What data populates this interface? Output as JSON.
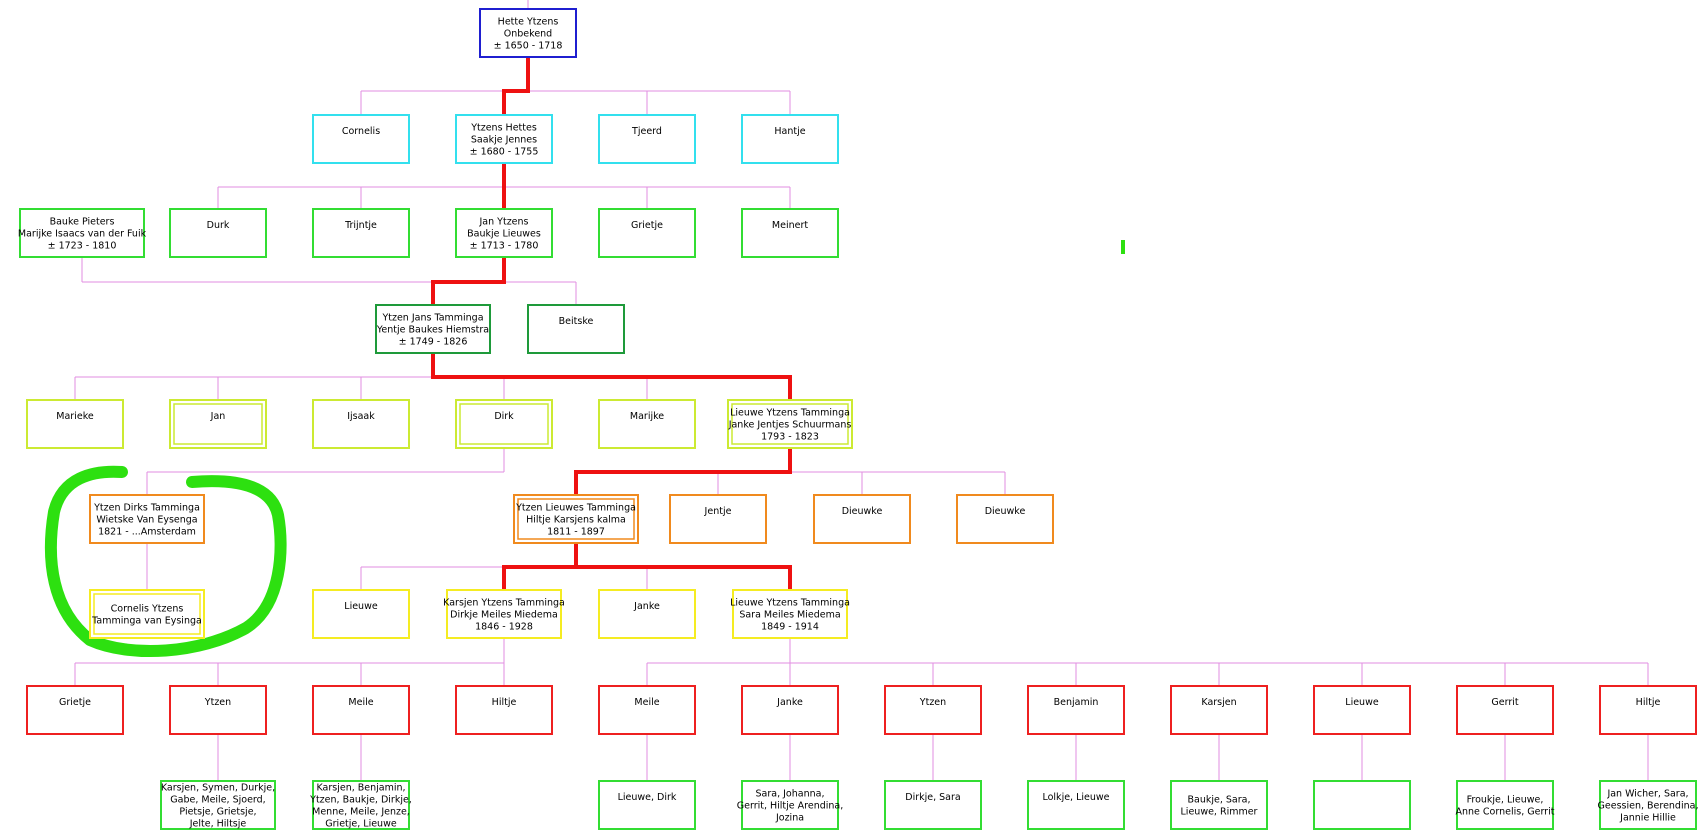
{
  "colors": {
    "gen0": "#1f1fd0",
    "gen1": "#33e0ee",
    "gen2": "#33dd33",
    "gen3": "#1e9a3a",
    "gen4": "#ccea33",
    "gen5": "#f08a1e",
    "gen6": "#f5ec22",
    "gen7": "#ee2020",
    "gen8": "#33dd33",
    "connector": "#e28ee2",
    "lineage": "#ee1111",
    "marker": "#2de010"
  },
  "nodes": [
    {
      "id": "hette",
      "gen": 0,
      "lines": [
        "Hette Ytzens",
        "Onbekend",
        "± 1650 - 1718"
      ]
    },
    {
      "id": "cornelis",
      "gen": 1,
      "lines": [
        "Cornelis"
      ]
    },
    {
      "id": "ytzens-hettes",
      "gen": 1,
      "lines": [
        "Ytzens Hettes",
        "Saakje Jennes",
        "± 1680 - 1755"
      ]
    },
    {
      "id": "tjeerd",
      "gen": 1,
      "lines": [
        "Tjeerd"
      ]
    },
    {
      "id": "hantje",
      "gen": 1,
      "lines": [
        "Hantje"
      ]
    },
    {
      "id": "bauke-pieters",
      "gen": 2,
      "lines": [
        "Bauke Pieters",
        "Marijke Isaacs van der Fuik",
        "± 1723 - 1810"
      ]
    },
    {
      "id": "durk",
      "gen": 2,
      "lines": [
        "Durk"
      ]
    },
    {
      "id": "trijntje",
      "gen": 2,
      "lines": [
        "Trijntje"
      ]
    },
    {
      "id": "jan-ytzens",
      "gen": 2,
      "lines": [
        "Jan Ytzens",
        "Baukje Lieuwes",
        "± 1713 - 1780"
      ]
    },
    {
      "id": "grietje-2",
      "gen": 2,
      "lines": [
        "Grietje"
      ]
    },
    {
      "id": "meinert",
      "gen": 2,
      "lines": [
        "Meinert"
      ]
    },
    {
      "id": "ytzen-jans",
      "gen": 3,
      "lines": [
        "Ytzen Jans Tamminga",
        "Yentje Baukes Hiemstra",
        "± 1749 - 1826"
      ]
    },
    {
      "id": "beitske",
      "gen": 3,
      "lines": [
        "Beitske"
      ]
    },
    {
      "id": "marieke",
      "gen": 4,
      "lines": [
        "Marieke"
      ]
    },
    {
      "id": "jan-4",
      "gen": 4,
      "double": true,
      "lines": [
        "Jan"
      ]
    },
    {
      "id": "ijsaak",
      "gen": 4,
      "lines": [
        "Ijsaak"
      ]
    },
    {
      "id": "dirk-4",
      "gen": 4,
      "double": true,
      "lines": [
        "Dirk"
      ]
    },
    {
      "id": "marijke-4",
      "gen": 4,
      "lines": [
        "Marijke"
      ]
    },
    {
      "id": "lieuwe-ytzens",
      "gen": 4,
      "double": true,
      "lines": [
        "Lieuwe Ytzens Tamminga",
        "Janke Jentjes Schuurmans",
        "1793 - 1823"
      ]
    },
    {
      "id": "ytzen-dirks",
      "gen": 5,
      "lines": [
        "Ytzen Dirks Tamminga",
        "Wietske Van Eysenga",
        "1821 - ...Amsterdam"
      ]
    },
    {
      "id": "ytzen-lieuwes",
      "gen": 5,
      "double": true,
      "lines": [
        "Ytzen Lieuwes Tamminga",
        "Hiltje Karsjens kalma",
        "1811 - 1897"
      ]
    },
    {
      "id": "jentje",
      "gen": 5,
      "lines": [
        "Jentje"
      ]
    },
    {
      "id": "dieuwke-1",
      "gen": 5,
      "lines": [
        "Dieuwke"
      ]
    },
    {
      "id": "dieuwke-2",
      "gen": 5,
      "lines": [
        "Dieuwke"
      ]
    },
    {
      "id": "cornelis-ytzens",
      "gen": 6,
      "double": true,
      "lines": [
        "Cornelis Ytzens",
        "Tamminga van Eysinga"
      ]
    },
    {
      "id": "lieuwe-6",
      "gen": 6,
      "lines": [
        "Lieuwe"
      ]
    },
    {
      "id": "karsjen-ytzens",
      "gen": 6,
      "lines": [
        "Karsjen Ytzens Tamminga",
        "Dirkje Meiles Miedema",
        "1846 - 1928"
      ]
    },
    {
      "id": "janke-6",
      "gen": 6,
      "lines": [
        "Janke"
      ]
    },
    {
      "id": "lieuwe-ytzens-2",
      "gen": 6,
      "lines": [
        "Lieuwe Ytzens Tamminga",
        "Sara Meiles Miedema",
        "1849 - 1914"
      ]
    },
    {
      "id": "grietje-7",
      "gen": 7,
      "lines": [
        "Grietje"
      ]
    },
    {
      "id": "ytzen-7a",
      "gen": 7,
      "lines": [
        "Ytzen"
      ]
    },
    {
      "id": "meile-7a",
      "gen": 7,
      "lines": [
        "Meile"
      ]
    },
    {
      "id": "hiltje-7a",
      "gen": 7,
      "lines": [
        "Hiltje"
      ]
    },
    {
      "id": "meile-7b",
      "gen": 7,
      "lines": [
        "Meile"
      ]
    },
    {
      "id": "janke-7",
      "gen": 7,
      "lines": [
        "Janke"
      ]
    },
    {
      "id": "ytzen-7b",
      "gen": 7,
      "lines": [
        "Ytzen"
      ]
    },
    {
      "id": "benjamin-7",
      "gen": 7,
      "lines": [
        "Benjamin"
      ]
    },
    {
      "id": "karsjen-7",
      "gen": 7,
      "lines": [
        "Karsjen"
      ]
    },
    {
      "id": "lieuwe-7",
      "gen": 7,
      "lines": [
        "Lieuwe"
      ]
    },
    {
      "id": "gerrit-7",
      "gen": 7,
      "lines": [
        "Gerrit"
      ]
    },
    {
      "id": "hiltje-7b",
      "gen": 7,
      "lines": [
        "Hiltje"
      ]
    },
    {
      "id": "kids-ytzen",
      "gen": 8,
      "lines": [
        "Karsjen, Symen, Durkje,",
        "Gabe, Meile, Sjoerd,",
        "Pietsje, Grietsje,",
        "Jelte, Hiltsje"
      ]
    },
    {
      "id": "kids-meile-a",
      "gen": 8,
      "lines": [
        "Karsjen, Benjamin,",
        "Ytzen, Baukje, Dirkje,",
        "Menne, Meile, Jenze,",
        "Grietje, Lieuwe"
      ]
    },
    {
      "id": "kids-meile-b",
      "gen": 8,
      "lines": [
        "Lieuwe, Dirk"
      ]
    },
    {
      "id": "kids-janke",
      "gen": 8,
      "lines": [
        "Sara, Johanna,",
        "Gerrit, Hiltje Arendina,",
        "Jozina"
      ]
    },
    {
      "id": "kids-ytzen-b",
      "gen": 8,
      "lines": [
        "Dirkje, Sara"
      ]
    },
    {
      "id": "kids-benjamin",
      "gen": 8,
      "lines": [
        "Lolkje, Lieuwe"
      ]
    },
    {
      "id": "kids-karsjen",
      "gen": 8,
      "lines": [
        "Baukje, Sara,",
        "Lieuwe, Rimmer"
      ]
    },
    {
      "id": "kids-lieuwe",
      "gen": 8,
      "lines": []
    },
    {
      "id": "kids-gerrit",
      "gen": 8,
      "lines": [
        "Froukje, Lieuwe,",
        "Anne Cornelis, Gerrit"
      ]
    },
    {
      "id": "kids-hiltje",
      "gen": 8,
      "lines": [
        "Jan Wicher, Sara,",
        "Geessien, Berendina,",
        "Jannie Hillie"
      ]
    }
  ]
}
